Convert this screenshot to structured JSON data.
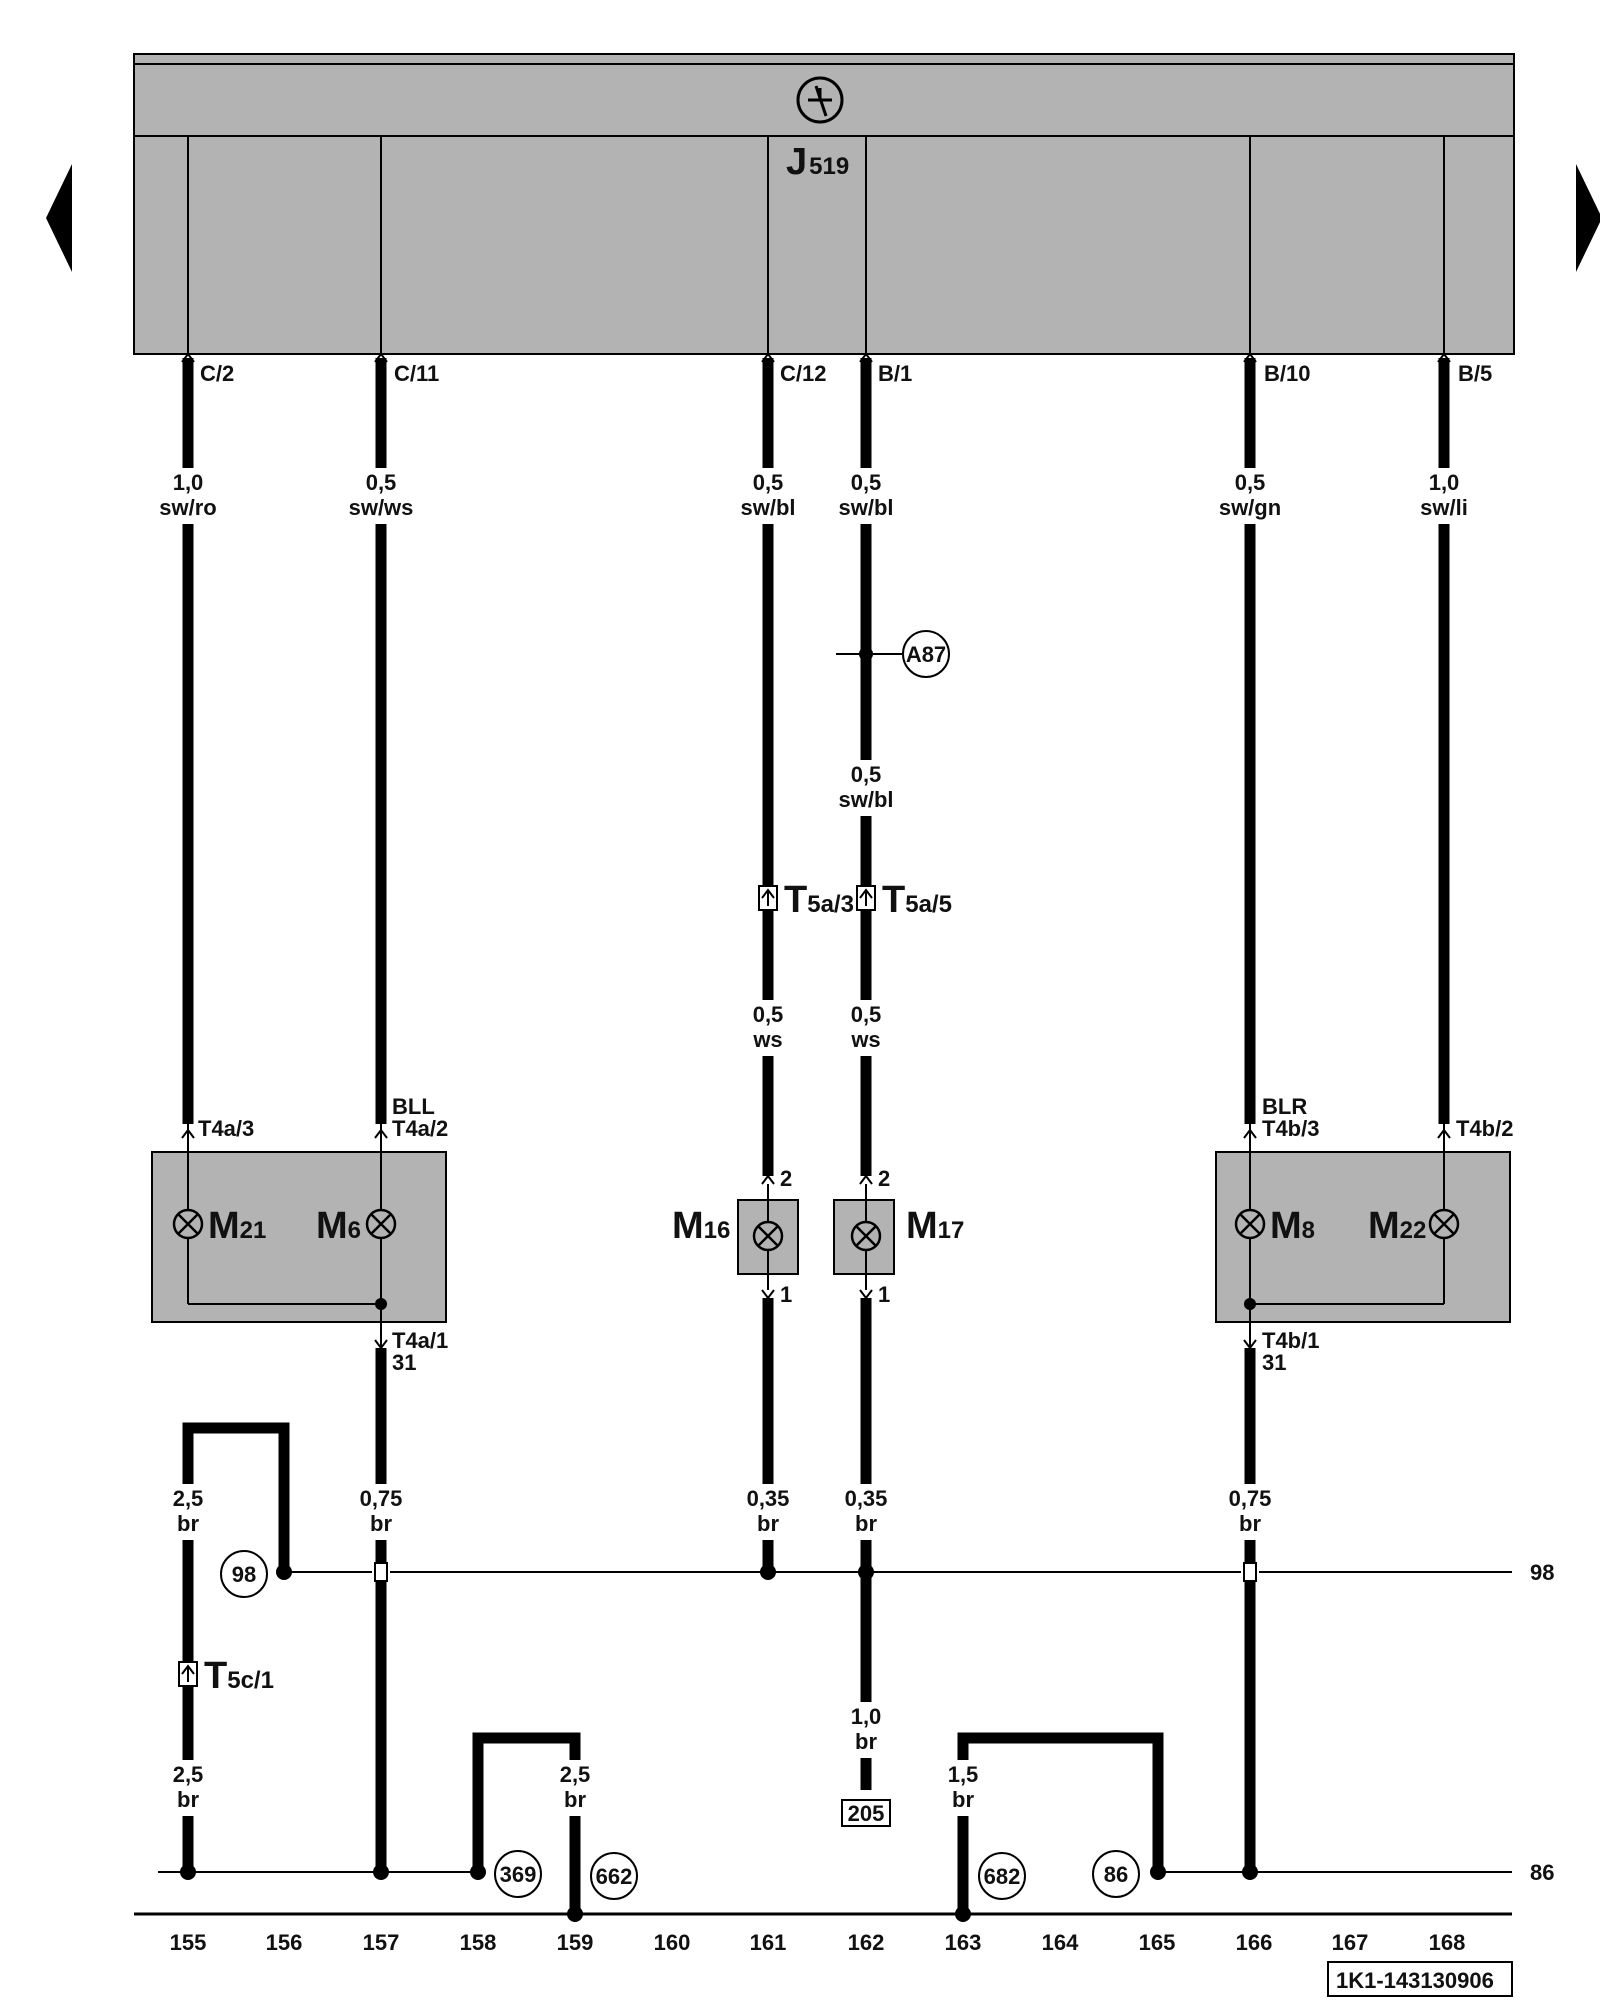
{
  "control_unit": {
    "name": "J",
    "sub": "519"
  },
  "pins_top": [
    "C/2",
    "C/11",
    "C/12",
    "B/1",
    "B/10",
    "B/5"
  ],
  "wire_specs": {
    "w1": {
      "size": "1,0",
      "color": "sw/ro"
    },
    "w2": {
      "size": "0,5",
      "color": "sw/ws"
    },
    "w3": {
      "size": "0,5",
      "color": "sw/bl"
    },
    "w4": {
      "size": "0,5",
      "color": "sw/bl"
    },
    "w5": {
      "size": "0,5",
      "color": "sw/gn"
    },
    "w6": {
      "size": "1,0",
      "color": "sw/li"
    },
    "w4b": {
      "size": "0,5",
      "color": "sw/bl"
    },
    "w3c": {
      "size": "0,5",
      "color": "ws"
    },
    "w4c": {
      "size": "0,5",
      "color": "ws"
    },
    "g1": {
      "size": "2,5",
      "color": "br"
    },
    "g1b": {
      "size": "2,5",
      "color": "br"
    },
    "g2": {
      "size": "0,75",
      "color": "br"
    },
    "g3": {
      "size": "0,35",
      "color": "br"
    },
    "g4": {
      "size": "0,35",
      "color": "br"
    },
    "g4b": {
      "size": "1,0",
      "color": "br"
    },
    "g5": {
      "size": "0,75",
      "color": "br"
    },
    "g6": {
      "size": "2,5",
      "color": "br"
    },
    "g7": {
      "size": "1,5",
      "color": "br"
    }
  },
  "splice": "A87",
  "connectors": {
    "t5a3": {
      "name": "T",
      "sub": "5a/3"
    },
    "t5a5": {
      "name": "T",
      "sub": "5a/5"
    },
    "t5c1": {
      "name": "T",
      "sub": "5c/1"
    },
    "t4a3": "T4a/3",
    "t4a2": "T4a/2",
    "t4a1": "T4a/1",
    "t4b3": "T4b/3",
    "t4b2": "T4b/2",
    "t4b1": "T4b/1"
  },
  "pin_labels": {
    "bll": "BLL",
    "blr": "BLR",
    "m16_top": "2",
    "m16_bot": "1",
    "m17_top": "2",
    "m17_bot": "1",
    "t4a1_31": "31",
    "t4b1_31": "31"
  },
  "components": {
    "m21": {
      "name": "M",
      "sub": "21"
    },
    "m6": {
      "name": "M",
      "sub": "6"
    },
    "m16": {
      "name": "M",
      "sub": "16"
    },
    "m17": {
      "name": "M",
      "sub": "17"
    },
    "m8": {
      "name": "M",
      "sub": "8"
    },
    "m22": {
      "name": "M",
      "sub": "22"
    }
  },
  "ground_refs": {
    "c98": "98",
    "c369": "369",
    "c662": "662",
    "c682": "682",
    "c86": "86",
    "box205": "205",
    "line98": "98",
    "line86": "86"
  },
  "track_numbers": [
    "155",
    "156",
    "157",
    "158",
    "159",
    "160",
    "161",
    "162",
    "163",
    "164",
    "165",
    "166",
    "167",
    "168"
  ],
  "doc_id": "1K1-143130906"
}
